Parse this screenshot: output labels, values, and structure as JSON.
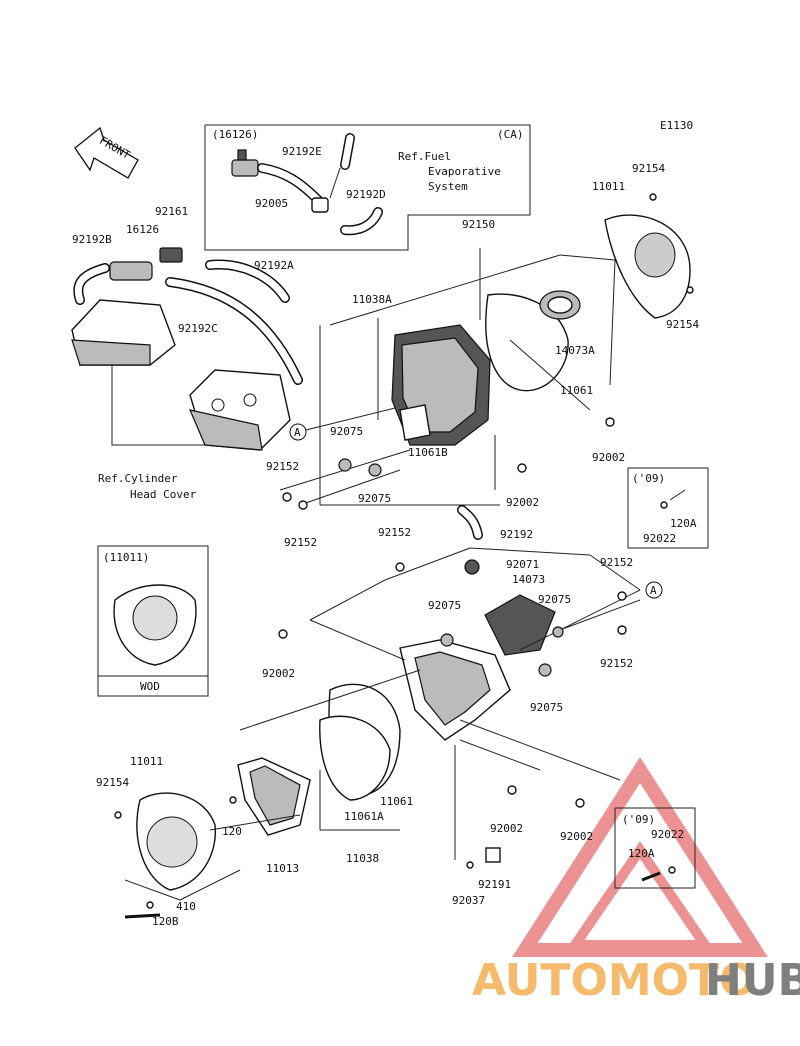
{
  "diagram": {
    "code": "E1130",
    "front_label": "FRONT",
    "notes": {
      "ca": "(CA)",
      "fuel_line1": "Ref.Fuel",
      "fuel_line2": "Evaporative",
      "fuel_line3": "System",
      "cyl_line1": "Ref.Cylinder",
      "cyl_line2": "Head Cover",
      "inset_title": "(11011)",
      "inset_caption": "WOD",
      "year_09": "('09)"
    },
    "callouts": {
      "a_upper": "A",
      "a_lower": "A"
    },
    "parts": {
      "p16126_ca": "(16126)",
      "p92192E": "92192E",
      "p92005": "92005",
      "p92192D": "92192D",
      "p92161": "92161",
      "p16126": "16126",
      "p92192B": "92192B",
      "p92192A": "92192A",
      "p92192C": "92192C",
      "p92150": "92150",
      "p11038A": "11038A",
      "p11011_top": "11011",
      "p92154_top": "92154",
      "p92154_mid": "92154",
      "p14073A": "14073A",
      "p11061_top": "11061",
      "p92002_r1": "92002",
      "p92075_a": "92075",
      "p11061B": "11061B",
      "p92152_a": "92152",
      "p92075_b": "92075",
      "p92002_r2": "92002",
      "p92152_b": "92152",
      "p120A_top": "120A",
      "p92022_top": "92022",
      "p92152_c": "92152",
      "p92192": "92192",
      "p92071": "92071",
      "p14073": "14073",
      "p92152_d": "92152",
      "p92075_c": "92075",
      "p92075_d": "92075",
      "p92002_l": "92002",
      "p92152_e": "92152",
      "p92075_e": "92075",
      "p11011_bot": "11011",
      "p92154_bot": "92154",
      "p120": "120",
      "p11061": "11061",
      "p11061A": "11061A",
      "p92002_b1": "92002",
      "p92002_b2": "92002",
      "p92022_bot": "92022",
      "p120A_bot": "120A",
      "p11013": "11013",
      "p11038": "11038",
      "p92191": "92191",
      "p92037": "92037",
      "p410": "410",
      "p120B": "120B"
    }
  },
  "watermark": {
    "brand_a": "AUTOMOTO",
    "brand_b": "HUB",
    "color_red": "#e03a3a",
    "color_orange": "#f3a33c",
    "color_grey": "#555555"
  }
}
